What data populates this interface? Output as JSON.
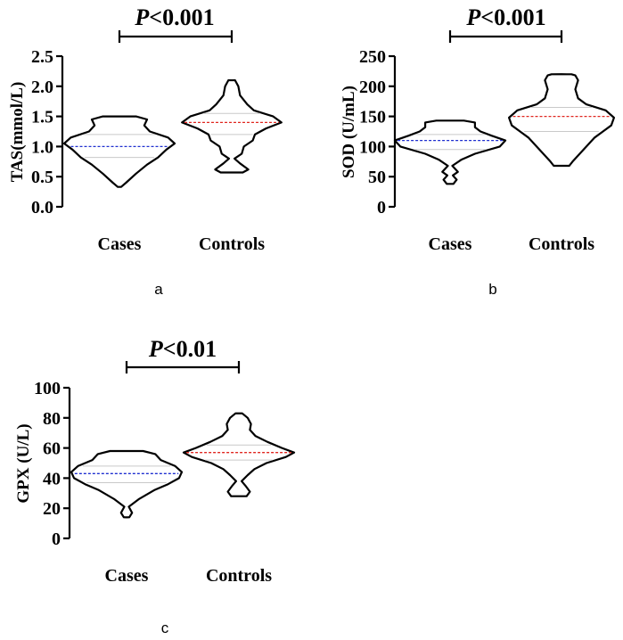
{
  "chart_data": [
    {
      "type": "violin",
      "panel_label": "a",
      "ylabel": "TAS(mmol/L)",
      "ylim": [
        0,
        2.5
      ],
      "yticks": [
        "0.0",
        "0.5",
        "1.0",
        "1.5",
        "2.0",
        "2.5"
      ],
      "significance": "P<0.001",
      "categories": [
        "Cases",
        "Controls"
      ],
      "series": [
        {
          "category": "Cases",
          "color": "#1f2fd0",
          "median": 1.0,
          "q1": 0.82,
          "q3": 1.2,
          "min": 0.33,
          "max": 1.5,
          "profile": [
            [
              0.33,
              0.03
            ],
            [
              0.4,
              0.12
            ],
            [
              0.55,
              0.3
            ],
            [
              0.7,
              0.5
            ],
            [
              0.82,
              0.7
            ],
            [
              0.95,
              0.85
            ],
            [
              1.05,
              1.0
            ],
            [
              1.15,
              0.88
            ],
            [
              1.25,
              0.55
            ],
            [
              1.35,
              0.45
            ],
            [
              1.45,
              0.5
            ],
            [
              1.5,
              0.3
            ]
          ]
        },
        {
          "category": "Controls",
          "color": "#e0261f",
          "median": 1.4,
          "q1": 1.2,
          "q3": 1.55,
          "min": 0.57,
          "max": 2.1,
          "profile": [
            [
              0.57,
              0.2
            ],
            [
              0.62,
              0.3
            ],
            [
              0.72,
              0.15
            ],
            [
              0.8,
              0.05
            ],
            [
              0.88,
              0.18
            ],
            [
              1.0,
              0.22
            ],
            [
              1.1,
              0.38
            ],
            [
              1.2,
              0.42
            ],
            [
              1.3,
              0.62
            ],
            [
              1.4,
              0.9
            ],
            [
              1.5,
              0.75
            ],
            [
              1.6,
              0.4
            ],
            [
              1.7,
              0.28
            ],
            [
              1.85,
              0.15
            ],
            [
              2.0,
              0.12
            ],
            [
              2.1,
              0.06
            ]
          ]
        }
      ]
    },
    {
      "type": "violin",
      "panel_label": "b",
      "ylabel": "SOD (U/mL)",
      "ylim": [
        0,
        250
      ],
      "yticks": [
        "0",
        "50",
        "100",
        "150",
        "200",
        "250"
      ],
      "significance": "P<0.001",
      "categories": [
        "Cases",
        "Controls"
      ],
      "series": [
        {
          "category": "Cases",
          "color": "#1f2fd0",
          "median": 110,
          "q1": 95,
          "q3": 120,
          "min": 38,
          "max": 143,
          "profile": [
            [
              38,
              0.06
            ],
            [
              45,
              0.12
            ],
            [
              52,
              0.05
            ],
            [
              58,
              0.14
            ],
            [
              68,
              0.04
            ],
            [
              78,
              0.2
            ],
            [
              88,
              0.45
            ],
            [
              100,
              0.9
            ],
            [
              110,
              1.0
            ],
            [
              118,
              0.75
            ],
            [
              125,
              0.55
            ],
            [
              132,
              0.45
            ],
            [
              140,
              0.45
            ],
            [
              143,
              0.25
            ]
          ]
        },
        {
          "category": "Controls",
          "color": "#e0261f",
          "median": 150,
          "q1": 125,
          "q3": 165,
          "min": 68,
          "max": 220,
          "profile": [
            [
              68,
              0.14
            ],
            [
              75,
              0.2
            ],
            [
              85,
              0.3
            ],
            [
              100,
              0.45
            ],
            [
              115,
              0.6
            ],
            [
              125,
              0.75
            ],
            [
              135,
              0.9
            ],
            [
              148,
              0.95
            ],
            [
              160,
              0.8
            ],
            [
              170,
              0.45
            ],
            [
              180,
              0.3
            ],
            [
              195,
              0.25
            ],
            [
              210,
              0.3
            ],
            [
              218,
              0.25
            ],
            [
              220,
              0.18
            ]
          ]
        }
      ]
    },
    {
      "type": "violin",
      "panel_label": "c",
      "ylabel": "GPX (U/L)",
      "ylim": [
        0,
        100
      ],
      "yticks": [
        "0",
        "20",
        "40",
        "60",
        "80",
        "100"
      ],
      "significance": "P<0.01",
      "categories": [
        "Cases",
        "Controls"
      ],
      "series": [
        {
          "category": "Cases",
          "color": "#1f2fd0",
          "median": 43,
          "q1": 37,
          "q3": 48,
          "min": 14,
          "max": 58,
          "profile": [
            [
              14,
              0.05
            ],
            [
              17,
              0.1
            ],
            [
              21,
              0.04
            ],
            [
              26,
              0.22
            ],
            [
              32,
              0.5
            ],
            [
              36,
              0.75
            ],
            [
              40,
              0.95
            ],
            [
              44,
              1.0
            ],
            [
              48,
              0.88
            ],
            [
              52,
              0.62
            ],
            [
              56,
              0.52
            ],
            [
              58,
              0.3
            ]
          ]
        },
        {
          "category": "Controls",
          "color": "#e0261f",
          "median": 57,
          "q1": 52,
          "q3": 62,
          "min": 28,
          "max": 83,
          "profile": [
            [
              28,
              0.14
            ],
            [
              31,
              0.2
            ],
            [
              35,
              0.12
            ],
            [
              38,
              0.05
            ],
            [
              42,
              0.16
            ],
            [
              46,
              0.28
            ],
            [
              50,
              0.5
            ],
            [
              54,
              0.85
            ],
            [
              57,
              1.0
            ],
            [
              60,
              0.78
            ],
            [
              64,
              0.52
            ],
            [
              68,
              0.3
            ],
            [
              72,
              0.2
            ],
            [
              76,
              0.22
            ],
            [
              80,
              0.16
            ],
            [
              83,
              0.06
            ]
          ]
        }
      ]
    }
  ]
}
